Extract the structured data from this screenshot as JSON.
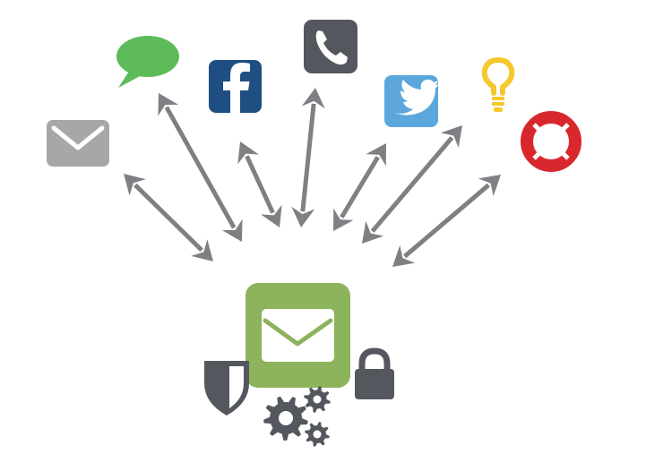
{
  "hub": {
    "icon": "envelope-icon",
    "color": "#8db35c"
  },
  "channels": [
    {
      "id": "email",
      "icon": "envelope-icon",
      "color": "#a6a8a8"
    },
    {
      "id": "chat",
      "icon": "speech-bubble-icon",
      "color": "#5dbb5a"
    },
    {
      "id": "facebook",
      "icon": "facebook-icon",
      "color": "#1f4f82"
    },
    {
      "id": "phone",
      "icon": "phone-icon",
      "color": "#54575d"
    },
    {
      "id": "twitter",
      "icon": "twitter-icon",
      "color": "#5ba7dc"
    },
    {
      "id": "idea",
      "icon": "lightbulb-icon",
      "color": "#f5c82e"
    },
    {
      "id": "support",
      "icon": "lifebuoy-icon",
      "color": "#d9272e"
    }
  ],
  "features": [
    {
      "id": "security",
      "icon": "shield-icon",
      "color": "#54575d"
    },
    {
      "id": "lock",
      "icon": "padlock-icon",
      "color": "#54575d"
    },
    {
      "id": "settings",
      "icon": "gears-icon",
      "color": "#54575d"
    }
  ],
  "connector_color": "#7e8083"
}
